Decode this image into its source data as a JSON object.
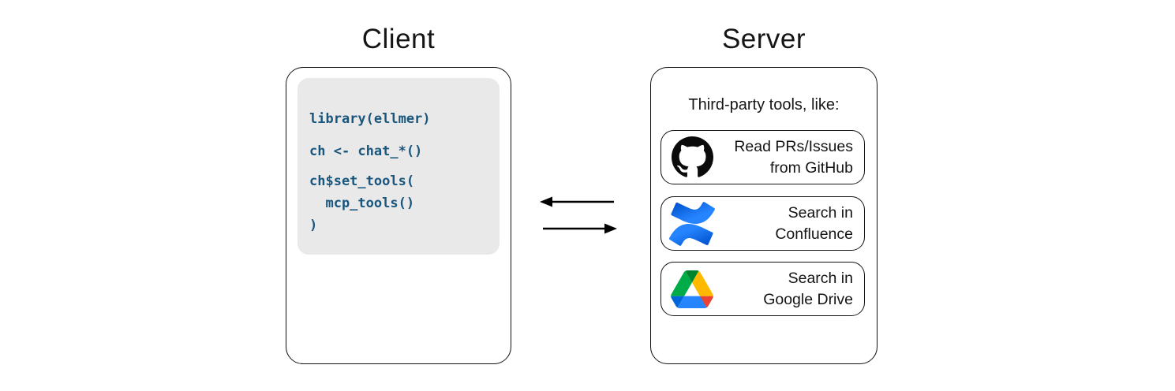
{
  "client": {
    "title": "Client",
    "code_lines": [
      "library(ellmer)",
      "ch <- chat_*()",
      "ch$set_tools(",
      "  mcp_tools()",
      ")"
    ]
  },
  "arrows": {
    "left_icon": "arrow-left-icon",
    "right_icon": "arrow-right-icon"
  },
  "server": {
    "title": "Server",
    "subtitle": "Third-party tools, like:",
    "tools": [
      {
        "icon": "github-icon",
        "label_lines": [
          "Read PRs/Issues",
          "from GitHub"
        ]
      },
      {
        "icon": "confluence-icon",
        "label_lines": [
          "Search in",
          "Confluence"
        ]
      },
      {
        "icon": "google-drive-icon",
        "label_lines": [
          "Search in",
          "Google Drive"
        ]
      }
    ]
  },
  "colors": {
    "background": "#ffffff",
    "box_border": "#121212",
    "code_background": "#e9e9e9",
    "code_text": "#19567d",
    "text": "#141414",
    "arrow": "#000000",
    "github_black": "#0b0b0b",
    "confluence_blue_light": "#2684FF",
    "confluence_blue_dark": "#0052CC",
    "drive_blue_dark": "#0066da",
    "drive_green": "#00ac47",
    "drive_green_dark": "#00832d",
    "drive_yellow": "#ffba00",
    "drive_red": "#ea4335",
    "drive_blue": "#2684fc"
  }
}
